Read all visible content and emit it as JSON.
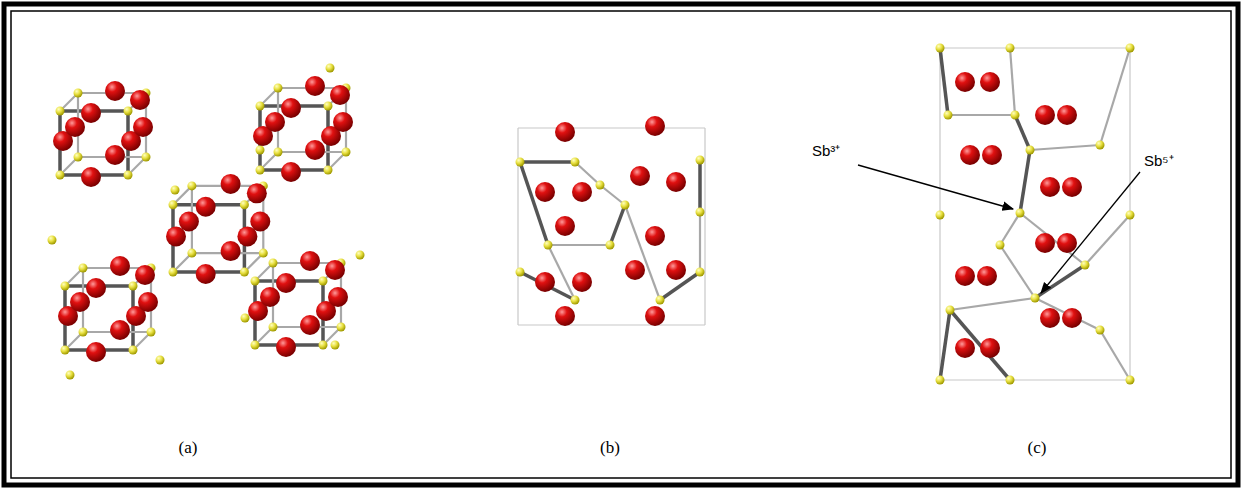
{
  "diagram": {
    "labels": [
      "(a)",
      "(b)",
      "(c)",
      "Sb³⁺",
      "Sb⁵⁺"
    ]
  }
}
